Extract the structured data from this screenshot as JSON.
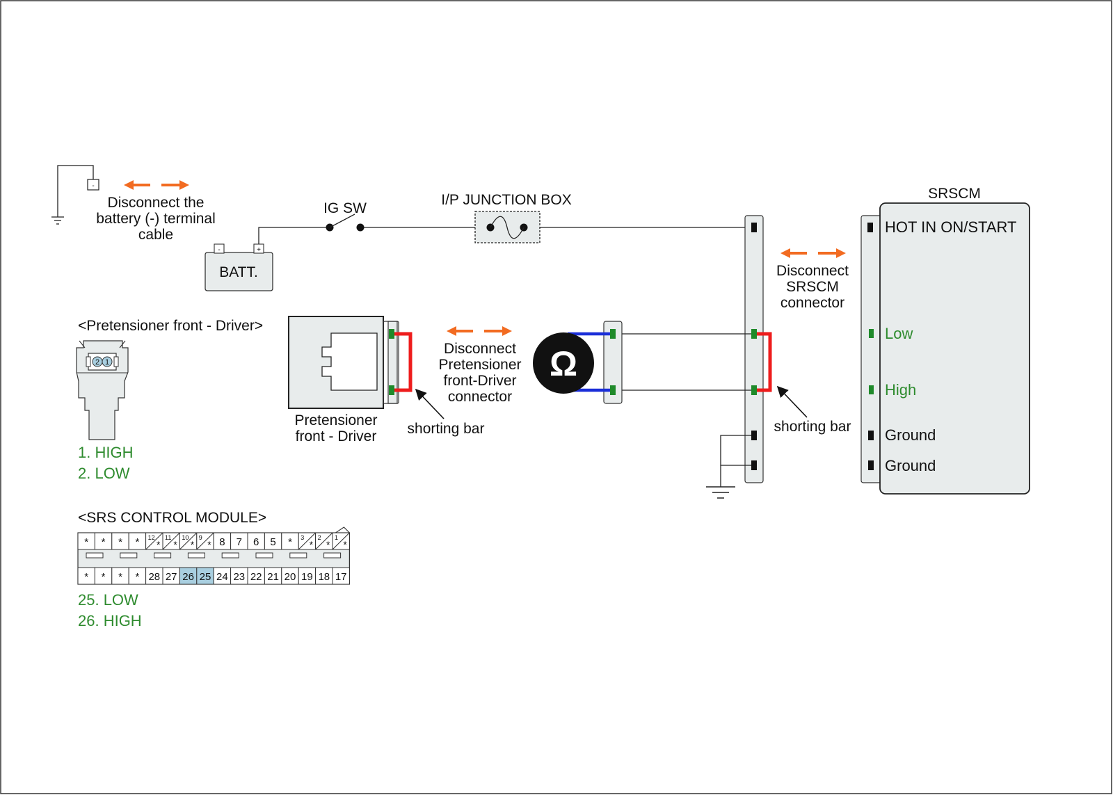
{
  "colors": {
    "arrow": "#f26b21",
    "shorting_bar": "#ee1c1c",
    "meter_lead": "#1a2ed8",
    "pin_green": "#1f8a2a",
    "pin_black": "#111111",
    "connector_fill": "#e8ecec",
    "highlight_pin": "#a9cfe0",
    "legend_green": "#2e8b2e"
  },
  "battery_disconnect": {
    "label": [
      "Disconnect the",
      "battery (-) terminal",
      "cable"
    ],
    "terminal": "-"
  },
  "battery": {
    "label": "BATT.",
    "neg": "-",
    "pos": "+"
  },
  "ig_switch": {
    "label": "IG SW"
  },
  "junction_box": {
    "label": "I/P JUNCTION BOX"
  },
  "srscm": {
    "title": "SRSCM",
    "pins": [
      "HOT IN ON/START",
      "Low",
      "High",
      "Ground",
      "Ground"
    ]
  },
  "srscm_disconnect": {
    "label": [
      "Disconnect",
      "SRSCM",
      "connector"
    ]
  },
  "pretensioner": {
    "view_title": "<Pretensioner front - Driver>",
    "label": [
      "Pretensioner",
      "front - Driver"
    ],
    "pin_labels": [
      "2",
      "1"
    ],
    "legend": [
      "1. HIGH",
      "2. LOW"
    ]
  },
  "pretensioner_disconnect": {
    "label": [
      "Disconnect",
      "Pretensioner",
      "front-Driver",
      "connector"
    ]
  },
  "shorting_bar_left": "shorting bar",
  "shorting_bar_right": "shorting bar",
  "ohmmeter": {
    "symbol": "Ω"
  },
  "srs_module": {
    "title": "<SRS CONTROL MODULE>",
    "top_row": [
      "*",
      "*",
      "*",
      "*",
      "12|*",
      "11|*",
      "10|*",
      "9|*",
      "8",
      "7",
      "6",
      "5",
      "*",
      "3|*",
      "2|*",
      "1|*"
    ],
    "bottom_row": [
      "*",
      "*",
      "*",
      "*",
      "28",
      "27",
      "26",
      "25",
      "24",
      "23",
      "22",
      "21",
      "20",
      "19",
      "18",
      "17"
    ],
    "highlight": [
      "26",
      "25"
    ],
    "legend": [
      "25. LOW",
      "26. HIGH"
    ]
  }
}
